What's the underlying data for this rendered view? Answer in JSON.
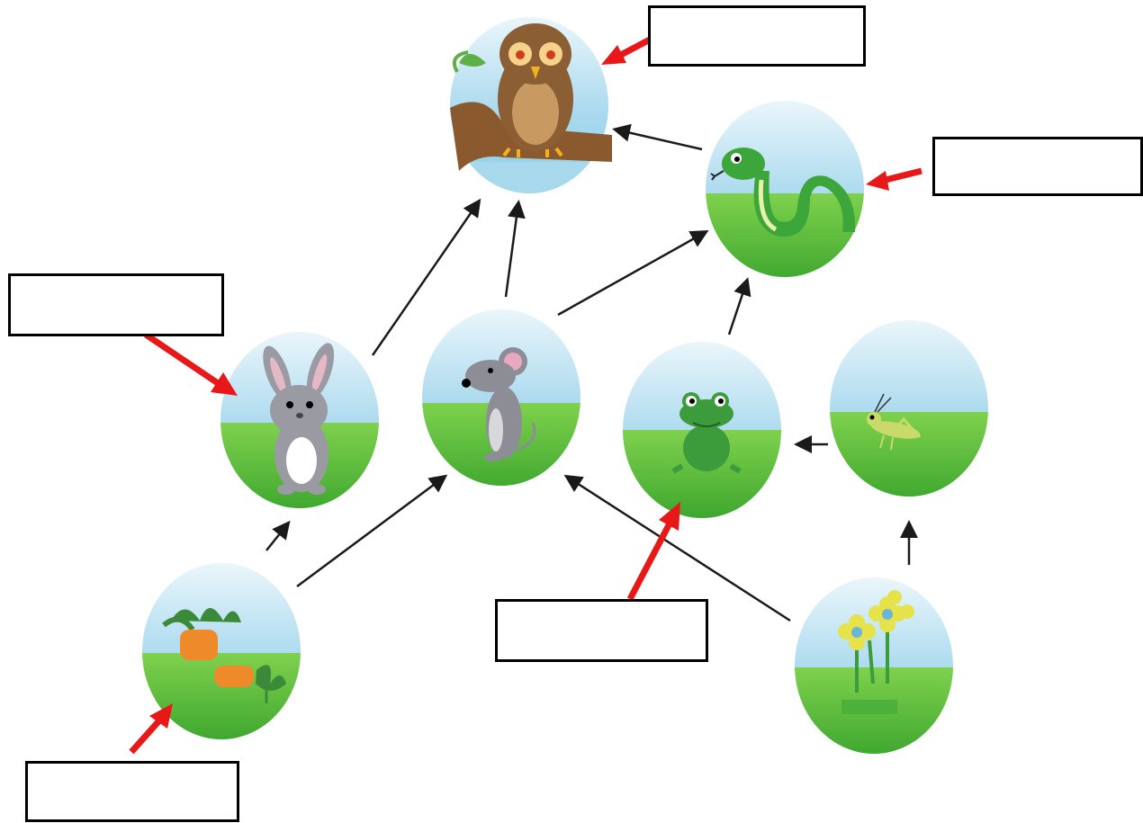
{
  "diagram": {
    "type": "food-web",
    "organisms": [
      {
        "id": "owl",
        "icon": "owl-icon"
      },
      {
        "id": "snake",
        "icon": "snake-icon"
      },
      {
        "id": "rabbit",
        "icon": "rabbit-icon"
      },
      {
        "id": "mouse",
        "icon": "mouse-icon"
      },
      {
        "id": "frog",
        "icon": "frog-icon"
      },
      {
        "id": "grasshopper",
        "icon": "grasshopper-icon"
      },
      {
        "id": "carrots",
        "icon": "carrot-icon"
      },
      {
        "id": "flowers",
        "icon": "flower-icon"
      }
    ],
    "links": [
      {
        "from": "carrots",
        "to": "rabbit"
      },
      {
        "from": "carrots",
        "to": "mouse"
      },
      {
        "from": "flowers",
        "to": "mouse"
      },
      {
        "from": "flowers",
        "to": "grasshopper"
      },
      {
        "from": "grasshopper",
        "to": "frog"
      },
      {
        "from": "frog",
        "to": "snake"
      },
      {
        "from": "mouse",
        "to": "snake"
      },
      {
        "from": "mouse",
        "to": "owl"
      },
      {
        "from": "rabbit",
        "to": "owl"
      },
      {
        "from": "snake",
        "to": "owl"
      }
    ],
    "answer_boxes": [
      {
        "target": "owl",
        "text": ""
      },
      {
        "target": "snake",
        "text": ""
      },
      {
        "target": "rabbit",
        "text": ""
      },
      {
        "target": "frog",
        "text": ""
      },
      {
        "target": "carrots",
        "text": ""
      }
    ]
  },
  "colors": {
    "arrow": "#1a1a1a",
    "pointer": "#e81818",
    "sky": "#bfe2f2",
    "grass": "#5fbf3a"
  }
}
